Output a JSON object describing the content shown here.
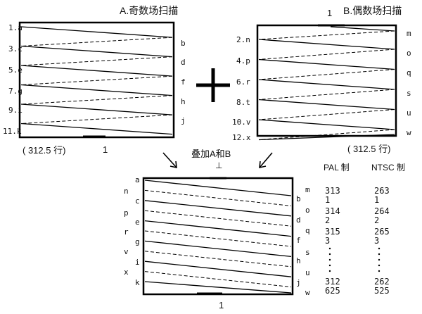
{
  "panel_a": {
    "title": "A.奇数场扫描",
    "left_labels": [
      "1.a",
      "3.c",
      "5.e",
      "7.g",
      "9.i",
      "11.k"
    ],
    "right_labels": [
      "b",
      "d",
      "f",
      "h",
      "j"
    ],
    "bottom_note": "( 312.5 行)",
    "bottom_num": "1"
  },
  "panel_b": {
    "title": "B.偶数场扫描",
    "top_num": "1",
    "left_labels": [
      "2.n",
      "4.p",
      "6.r",
      "8.t",
      "10.v",
      "12.x"
    ],
    "right_labels": [
      "m",
      "o",
      "q",
      "s",
      "u",
      "w"
    ],
    "bottom_note": "( 312.5 行)"
  },
  "plus_symbol": "+",
  "merge_label": "叠加A和B",
  "panel_c": {
    "top_num": "⊥",
    "bottom_num": "1",
    "left_outer_labels": [
      "n",
      "p",
      "r",
      "v",
      "x"
    ],
    "left_inner_labels": [
      "a",
      "c",
      "e",
      "g",
      "i",
      "k"
    ],
    "right_inner_labels": [
      "b",
      "d",
      "f",
      "h",
      "j"
    ],
    "right_outer_labels": [
      "m",
      "o",
      "q",
      "s",
      "u",
      "w"
    ]
  },
  "line_table": {
    "headers": [
      "PAL 制",
      "NTSC 制"
    ],
    "pal_values": [
      "313",
      "1",
      "314",
      "2",
      "315",
      "3",
      "312",
      "625"
    ],
    "ntsc_values": [
      "263",
      "1",
      "264",
      "2",
      "265",
      "3",
      "262",
      "525"
    ]
  }
}
